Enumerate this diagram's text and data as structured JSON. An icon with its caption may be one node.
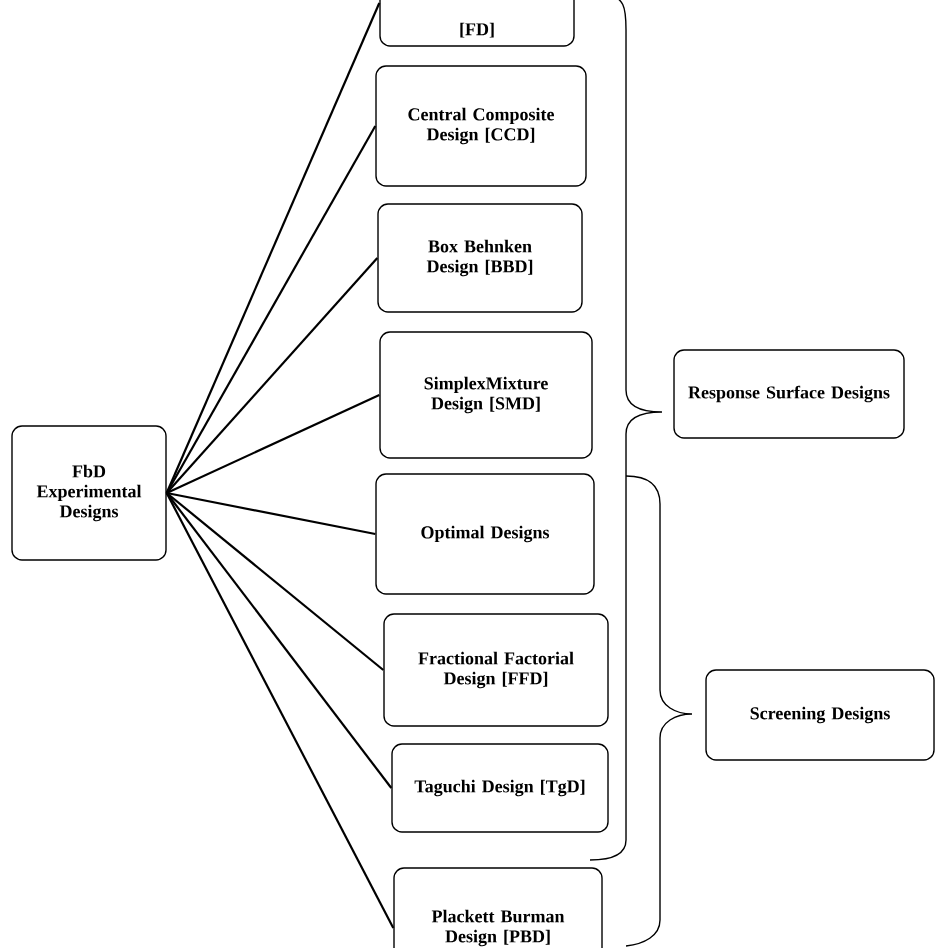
{
  "diagram": {
    "nodes": [
      {
        "text": [
          "FbD Experimental Designs"
        ]
      },
      {
        "text": [
          "[FD]"
        ]
      },
      {
        "text": [
          "Central Composite Design [CCD]"
        ]
      },
      {
        "text": [
          "Box Behnken Design [BBD]"
        ]
      },
      {
        "text": [
          "SimplexMixture Design [SMD]"
        ]
      },
      {
        "text": [
          "Optimal Designs"
        ]
      },
      {
        "text": [
          "Fractional Factorial Design [FFD]"
        ]
      },
      {
        "text": [
          "Taguchi Design [TgD]"
        ]
      },
      {
        "text": [
          "Plackett Burman Design [PBD]"
        ]
      },
      {
        "text": [
          "Response Surface Designs"
        ]
      },
      {
        "text": [
          "Screening Designs"
        ]
      }
    ],
    "edges": [
      {
        "from": 0,
        "to": 1,
        "arrow": "none"
      },
      {
        "from": 0,
        "to": 2,
        "arrow": "none"
      },
      {
        "from": 0,
        "to": 3,
        "arrow": "none"
      },
      {
        "from": 0,
        "to": 4,
        "arrow": "none"
      },
      {
        "from": 0,
        "to": 5,
        "arrow": "none"
      },
      {
        "from": 0,
        "to": 6,
        "arrow": "none"
      },
      {
        "from": 0,
        "to": 7,
        "arrow": "none"
      },
      {
        "from": 0,
        "to": 8,
        "arrow": "none"
      }
    ]
  }
}
